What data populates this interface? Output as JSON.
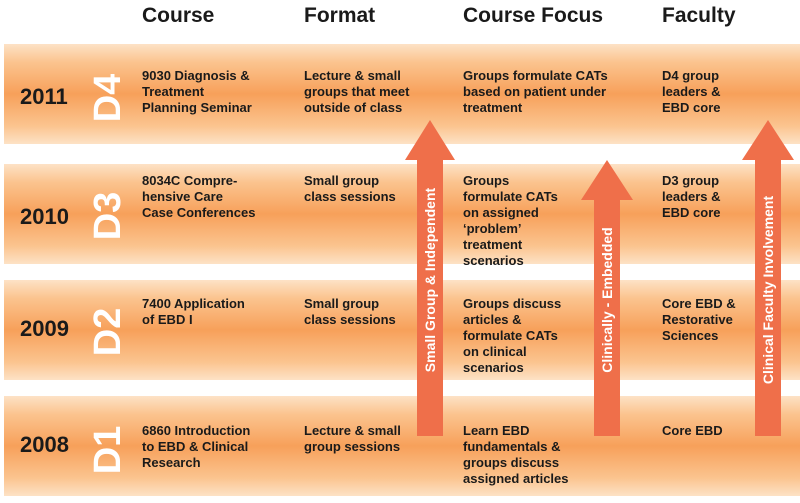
{
  "headers": {
    "course": "Course",
    "format": "Format",
    "focus": "Course Focus",
    "faculty": "Faculty"
  },
  "rows": [
    {
      "year": "2011",
      "level": "D4",
      "course": "9030 Diagnosis &\nTreatment\nPlanning Seminar",
      "format": "Lecture & small\ngroups that meet\noutside of class",
      "focus": "Groups formulate CATs\nbased on patient under\ntreatment",
      "faculty": "D4 group\nleaders &\nEBD core"
    },
    {
      "year": "2010",
      "level": "D3",
      "course": "8034C Compre-\nhensive Care\nCase Conferences",
      "format": "Small group\nclass sessions",
      "focus": "Groups\nformulate CATs\non assigned\n‘problem’\ntreatment\nscenarios",
      "faculty": "D3 group\nleaders &\nEBD core"
    },
    {
      "year": "2009",
      "level": "D2",
      "course": "7400 Application\nof EBD I",
      "format": "Small group\nclass sessions",
      "focus": "Groups discuss\narticles &\nformulate CATs\non clinical\nscenarios",
      "faculty": "Core EBD &\nRestorative\nSciences"
    },
    {
      "year": "2008",
      "level": "D1",
      "course": "6860 Introduction\nto EBD & Clinical\nResearch",
      "format": "Lecture & small\ngroup sessions",
      "focus": "Learn EBD\nfundamentals &\ngroups discuss\nassigned articles",
      "faculty": "Core EBD"
    }
  ],
  "arrows": [
    {
      "label": "Small Group & Independent"
    },
    {
      "label": "Clinically - Embedded"
    },
    {
      "label": "Clinical Faculty Involvement"
    }
  ],
  "colors": {
    "band_center": "#f7a05a",
    "band_edge": "#fde2c6",
    "arrow": "#ef6f4a",
    "text": "#1a1a1a"
  }
}
